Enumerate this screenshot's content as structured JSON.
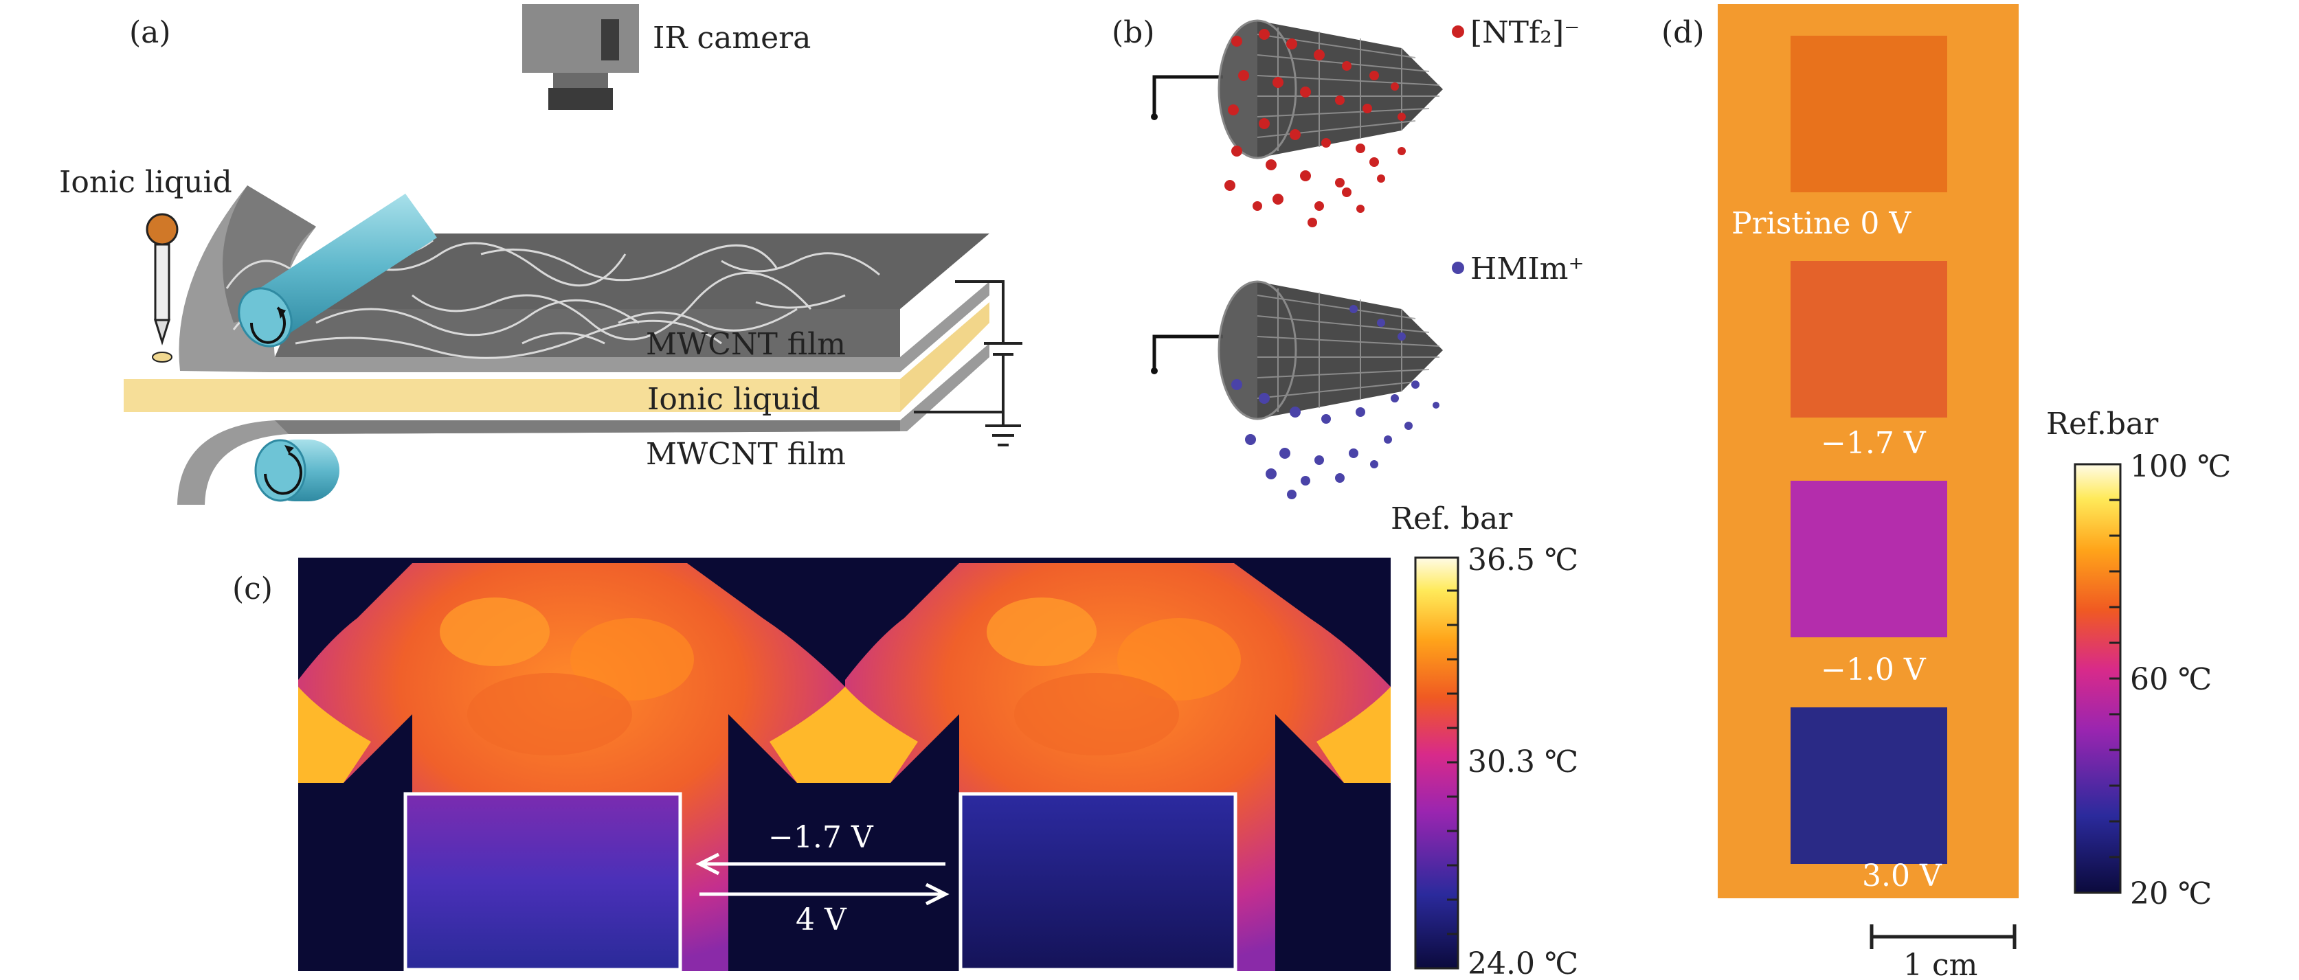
{
  "panels": {
    "a": {
      "label": "(a)",
      "ir_camera": "IR camera",
      "ionic_liquid_callout": "Ionic liquid",
      "layer_top": "MWCNT film",
      "layer_middle": "Ionic liquid",
      "layer_bottom": "MWCNT film"
    },
    "b": {
      "label": "(b)",
      "anion": "[NTf₂]⁻",
      "cation": "HMIm⁺",
      "anion_color": "#cc2222",
      "cation_color": "#4a43a8"
    },
    "c": {
      "label": "(c)",
      "forward_voltage": "−1.7 V",
      "reverse_voltage": "4 V",
      "ref_bar_title": "Ref. bar",
      "ref_bar_max": "36.5 ℃",
      "ref_bar_mid": "30.3 ℃",
      "ref_bar_min": "24.0 ℃"
    },
    "d": {
      "label": "(d)",
      "states": [
        {
          "label": "Pristine 0 V",
          "color": "#e8721c"
        },
        {
          "label": "−1.7 V",
          "color": "#e4622a"
        },
        {
          "label": "−1.0 V",
          "color": "#b42dac"
        },
        {
          "label": "3.0 V",
          "color": "#2a2a86"
        }
      ],
      "ref_bar_title": "Ref.bar",
      "ref_bar_max": "100 ℃",
      "ref_bar_mid": "60 ℃",
      "ref_bar_min": "20 ℃",
      "scale_bar": "1 cm"
    }
  }
}
